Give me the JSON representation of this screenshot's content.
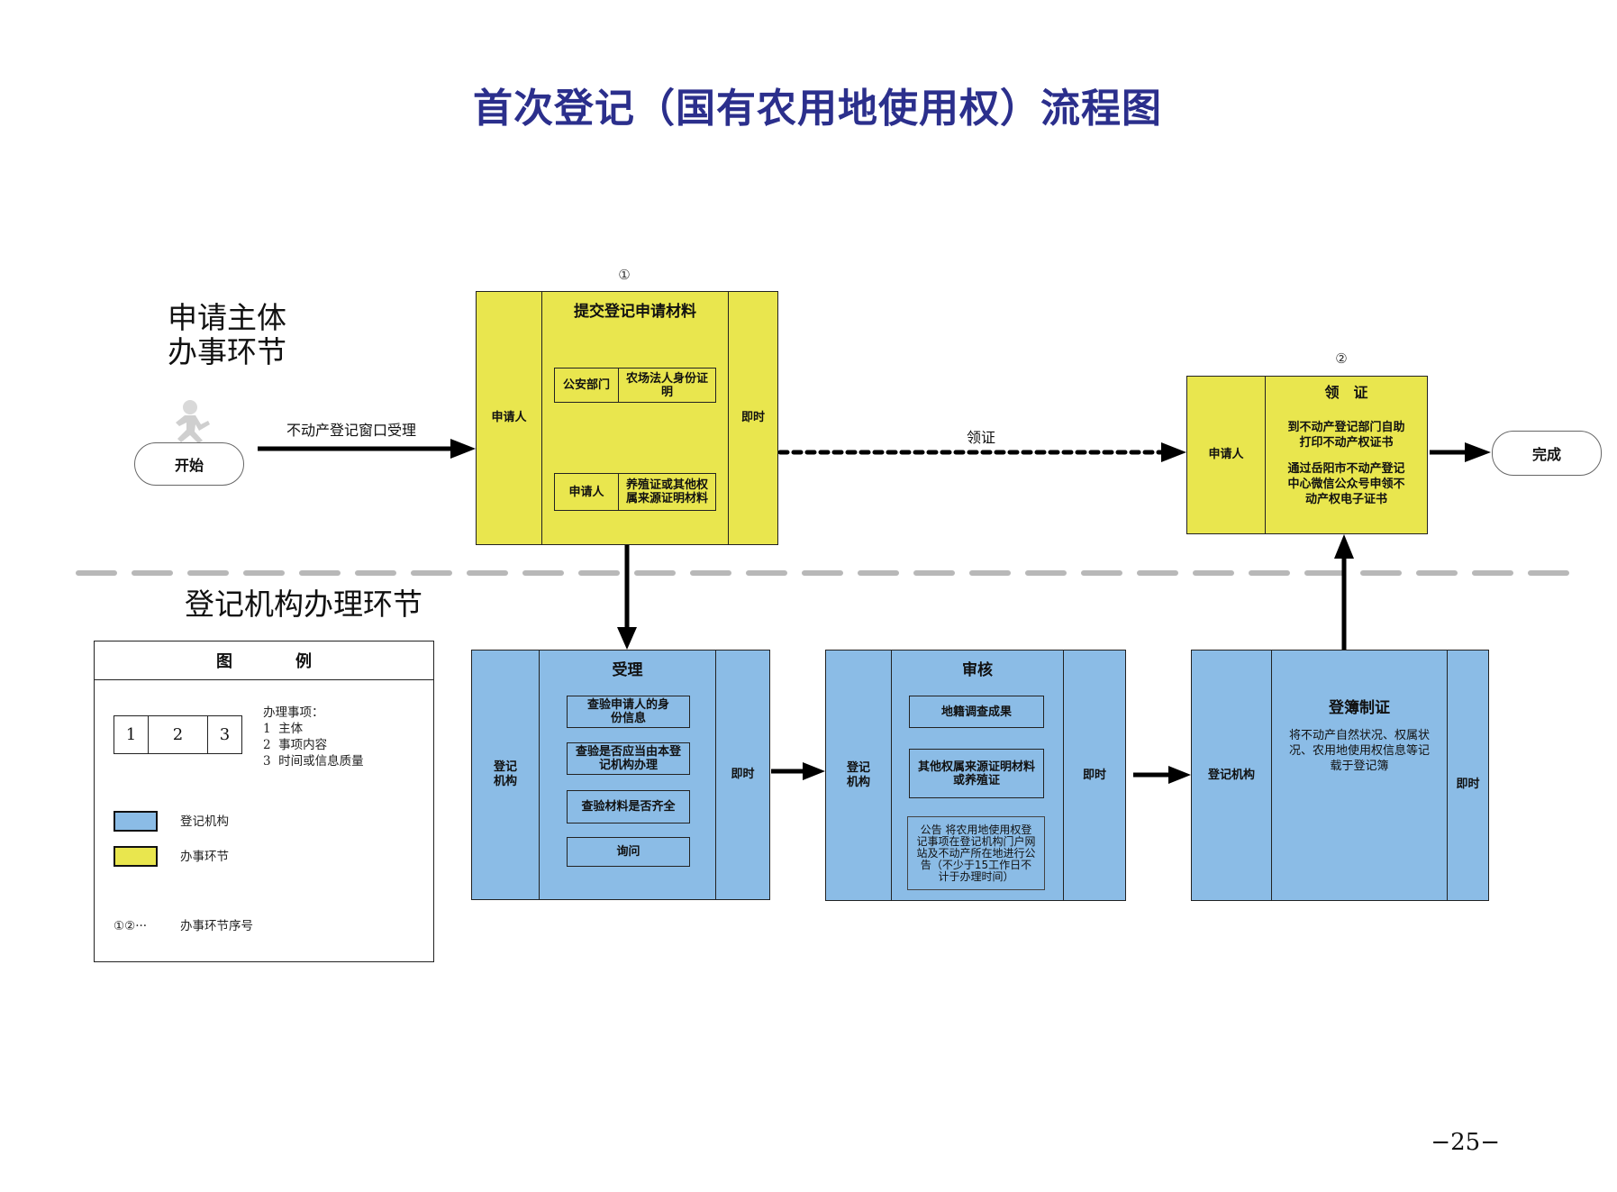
{
  "title": "首次登记（国有农用地使用权）流程图",
  "sections": {
    "applicant": [
      "申请主体",
      "办事环节"
    ],
    "registry": "登记机构办理环节"
  },
  "terminals": {
    "start": "开始",
    "end": "完成"
  },
  "arrows": {
    "start_to_step1": "不动产登记窗口受理",
    "step1_to_step2": "领证"
  },
  "steps": [
    {
      "seq": "①",
      "subject": "申请人",
      "title": "提交登记申请材料",
      "items": [
        {
          "source": "公安部门",
          "material": "农场法人身份证明"
        },
        {
          "source": "申请人",
          "material": "养殖证或其他权属来源证明材料"
        }
      ],
      "time": "即时"
    },
    {
      "seq": "②",
      "subject": "申请人",
      "title": "领　证",
      "descriptions": [
        "到不动产登记部门自助打印不动产权证书",
        "通过岳阳市不动产登记中心微信公众号申领不动产权电子证书"
      ],
      "time": ""
    }
  ],
  "registry_steps": [
    {
      "subject": "登记机构",
      "title": "受理",
      "items": [
        "查验申请人的身份信息",
        "查验是否应当由本登记机构办理",
        "查验材料是否齐全",
        "询问"
      ],
      "time": "即时"
    },
    {
      "subject": "登记机构",
      "title": "审核",
      "items": [
        "地籍调查成果",
        "其他权属来源证明材料或养殖证"
      ],
      "notice": "公告 将农用地使用权登记事项在登记机构门户网站及不动产所在地进行公告（不少于15工作日不计于办理时间）",
      "time": "即时"
    },
    {
      "subject": "登记机构",
      "title": "登簿制证",
      "description": "将不动产自然状况、权属状况、农用地使用权信息等记载于登记簿",
      "time": "即时"
    }
  ],
  "legend": {
    "title": [
      "图",
      "例"
    ],
    "cells": [
      "1",
      "2",
      "3"
    ],
    "items_heading": "办理事项：",
    "items": [
      "1  主体",
      "2  事项内容",
      "3  时间或信息质量"
    ],
    "blue_label": "登记机构",
    "yellow_label": "办事环节",
    "seq_symbols": "①②···",
    "seq_label": "办事环节序号"
  },
  "colors": {
    "yellow": "#e9e64e",
    "blue": "#8bbce6",
    "title": "#2b2f8c"
  },
  "page_number": "−25−"
}
